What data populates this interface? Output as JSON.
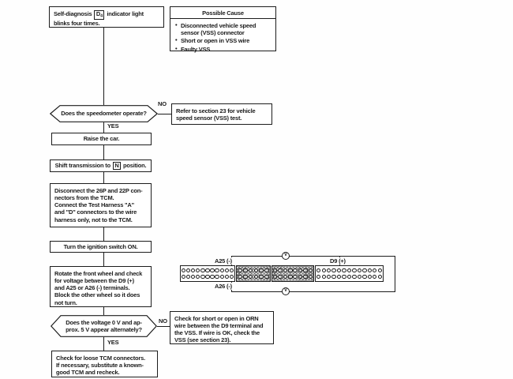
{
  "flowchart": {
    "start": {
      "pre": "Self-diagnosis",
      "boxed": "D",
      "boxed_sub": "4",
      "post": "indicator light blinks four times."
    },
    "possible_cause": {
      "title": "Possible Cause",
      "items": [
        "Disconnected vehicle speed sensor (VSS) connector",
        "Short or open in VSS wire",
        "Faulty VSS"
      ]
    },
    "q_speedometer": "Does the speedometer operate?",
    "no1_label": "NO",
    "yes1_label": "YES",
    "refer_box": [
      "Refer to section 23 for vehicle",
      "speed sensor (VSS) test."
    ],
    "raise": "Raise the car.",
    "shift": {
      "pre": "Shift transmission to",
      "boxed": "N",
      "post": "position."
    },
    "disconnect": [
      "Disconnect the 26P and 22P con-",
      "nectors from the TCM.",
      "Connect the Test Harness \"A\"",
      "and \"D\" connectors to the wire",
      "harness only, not to the TCM."
    ],
    "ignition": "Turn the ignition switch ON.",
    "rotate": [
      "Rotate the front wheel and check",
      "for voltage between the D9 (+)",
      "and A25 or A26 (-) terminals.",
      "Block the other wheel so it does",
      "not turn."
    ],
    "q_voltage": [
      "Does the voltage 0 V and ap-",
      "prox. 5 V appear alternately?"
    ],
    "no2_label": "NO",
    "yes2_label": "YES",
    "check_orn": [
      "Check for short or open in ORN",
      "wire between the D9 terminal and",
      "the VSS. If wire is OK, check the",
      "VSS (see section 23)."
    ],
    "final": [
      "Check for loose TCM connectors.",
      "If necessary, substitute a known-",
      "good TCM and recheck."
    ]
  },
  "connector": {
    "labels": {
      "a25": "A25 (-)",
      "a26": "A26 (-)",
      "d9": "D9 (+)"
    },
    "meter": "V",
    "sections": [
      {
        "cols": 11,
        "rows": 2,
        "hatched": false
      },
      {
        "cols": 6,
        "rows": 2,
        "hatched": true
      },
      {
        "cols": 8,
        "rows": 2,
        "hatched": true
      },
      {
        "cols": 13,
        "rows": 2,
        "hatched": false
      }
    ]
  },
  "colors": {
    "ink": "#1c1c1c",
    "paper": "#fefefe"
  }
}
